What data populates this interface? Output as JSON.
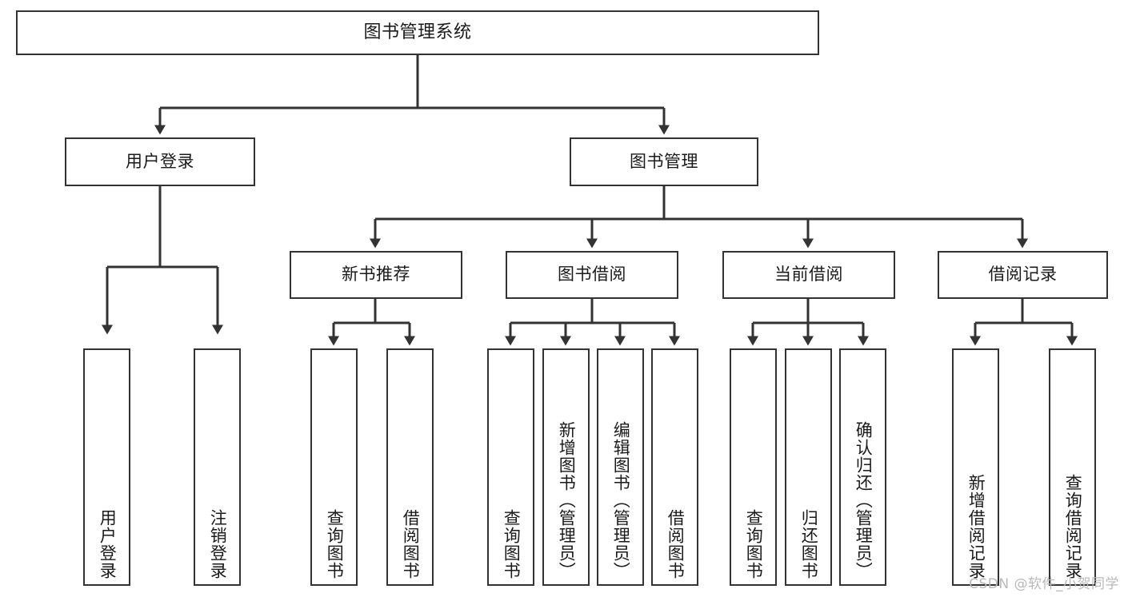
{
  "diagram": {
    "type": "hierarchy-tree",
    "title": "图书管理系统",
    "root": {
      "id": "root",
      "label": "图书管理系统"
    },
    "level2": [
      {
        "id": "user-login",
        "label": "用户登录"
      },
      {
        "id": "book-manage",
        "label": "图书管理"
      }
    ],
    "level3": [
      {
        "id": "new-book-recommend",
        "label": "新书推荐"
      },
      {
        "id": "book-borrow",
        "label": "图书借阅"
      },
      {
        "id": "current-borrow",
        "label": "当前借阅"
      },
      {
        "id": "borrow-record",
        "label": "借阅记录"
      }
    ],
    "leaves": [
      {
        "id": "leaf-user-login",
        "label": "用户登录"
      },
      {
        "id": "leaf-logout",
        "label": "注销登录"
      },
      {
        "id": "leaf-query-book-1",
        "label": "查询图书"
      },
      {
        "id": "leaf-borrow-book-1",
        "label": "借阅图书"
      },
      {
        "id": "leaf-query-book-2",
        "label": "查询图书"
      },
      {
        "id": "leaf-add-book",
        "label": "新增图书（管理员）"
      },
      {
        "id": "leaf-edit-book",
        "label": "编辑图书（管理员）"
      },
      {
        "id": "leaf-borrow-book-2",
        "label": "借阅图书"
      },
      {
        "id": "leaf-query-book-3",
        "label": "查询图书"
      },
      {
        "id": "leaf-return-book",
        "label": "归还图书"
      },
      {
        "id": "leaf-confirm-return",
        "label": "确认归还（管理员）"
      },
      {
        "id": "leaf-add-record",
        "label": "新增借阅记录"
      },
      {
        "id": "leaf-query-record",
        "label": "查询借阅记录"
      }
    ]
  },
  "watermark": {
    "text": "CSDN @软件_小贺同学"
  },
  "colors": {
    "stroke": "#333333",
    "fill": "#ffffff",
    "text": "#1a1a1a",
    "watermark": "#b9b9b9"
  }
}
